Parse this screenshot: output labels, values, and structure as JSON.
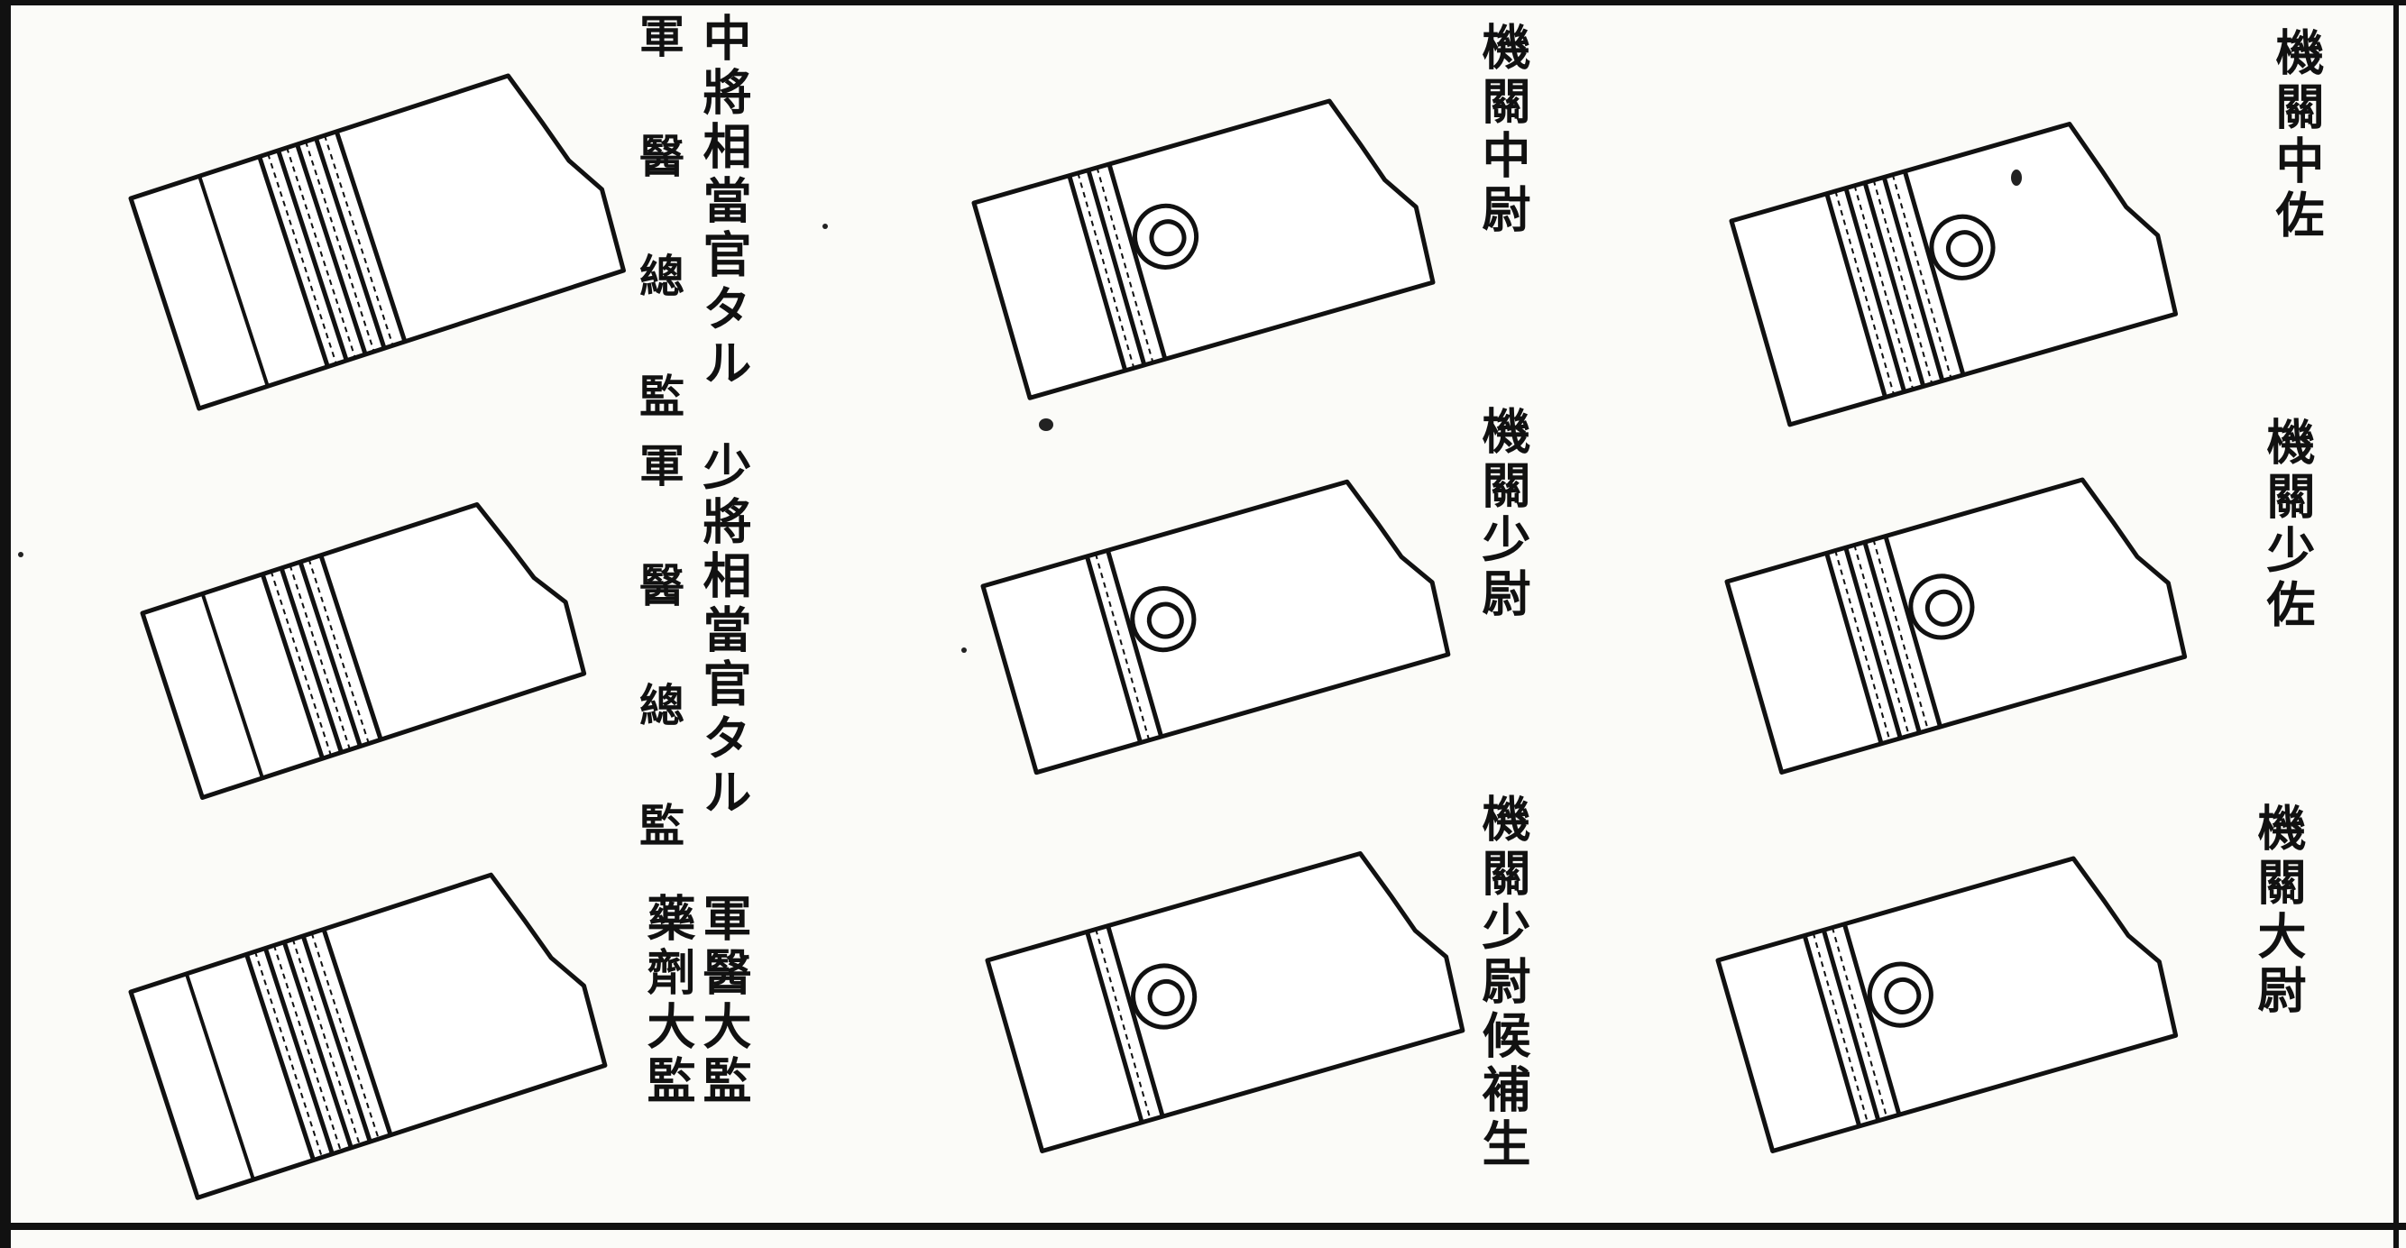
{
  "colors": {
    "ink": "#111111",
    "paper": "#fbfbf8"
  },
  "plates": [
    {
      "id": "left-1",
      "caption": {
        "col1": "中將相當官タル",
        "col2": "軍 醫 總 監"
      },
      "stripes": 4,
      "button": false
    },
    {
      "id": "left-2",
      "caption": {
        "col1": "少將相當官タル",
        "col2": "軍 醫 總 監"
      },
      "stripes": 3,
      "button": false
    },
    {
      "id": "left-3",
      "caption": {
        "col1": "軍醫大監",
        "col2": "藥劑大監"
      },
      "stripes": 4,
      "button": false
    },
    {
      "id": "mid-1",
      "caption": {
        "col1": "機關中尉"
      },
      "stripes": 2,
      "button": true
    },
    {
      "id": "mid-2",
      "caption": {
        "col1": "機關少尉"
      },
      "stripes": 1,
      "button": true
    },
    {
      "id": "mid-3",
      "caption": {
        "col1": "機關少尉候補生"
      },
      "stripes": 1,
      "button": true
    },
    {
      "id": "right-1",
      "caption": {
        "col1": "機關中佐"
      },
      "stripes": 4,
      "button": true
    },
    {
      "id": "right-2",
      "caption": {
        "col1": "機關少佐"
      },
      "stripes": 3,
      "button": true
    },
    {
      "id": "right-3",
      "caption": {
        "col1": "機關大尉"
      },
      "stripes": 2,
      "button": true
    }
  ]
}
